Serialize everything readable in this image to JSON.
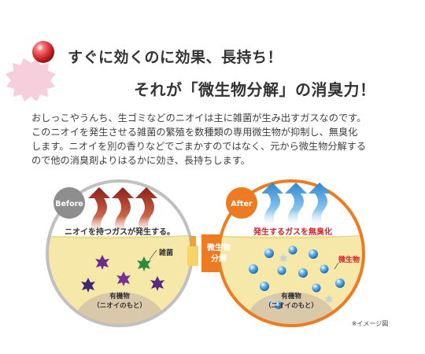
{
  "headline": {
    "line1": "すぐに効くのに効果、長持ち！",
    "line2": "それが「微生物分解」の消臭力！"
  },
  "description": "おしっこやうんち、生ゴミなどのニオイは主に雑菌が生み出すガスなのです。\nこのニオイを発生させる雑菌の繁殖を数種類の専用微生物が抑制し、無臭化\nします。ニオイを別の香りなどでごまかすのではなく、元から微生物分解する\nので他の消臭剤よりはるかに効き、長持ちします。",
  "before": {
    "badge": "Before",
    "caption": "ニオイを持つガスが発生する。",
    "bacteria_label": "雑菌",
    "organic_label_1": "有機物",
    "organic_label_2": "（ニオイのもと）"
  },
  "process": {
    "line1": "微生物",
    "line2": "分解"
  },
  "after": {
    "badge": "After",
    "caption": "発生するガスを無臭化",
    "microbe_label": "微生物",
    "organic_label_1": "有機物",
    "organic_label_2": "（ニオイのもと）"
  },
  "note": "※イメージ図",
  "colors": {
    "before_ring": "#bfbfbf",
    "after_ring": "#ee7b22",
    "red_arrow": "#a32a1e",
    "blue_arrow": "#4a9fd8",
    "soil": "#f5e8a9",
    "caption_red": "#d61f26"
  }
}
